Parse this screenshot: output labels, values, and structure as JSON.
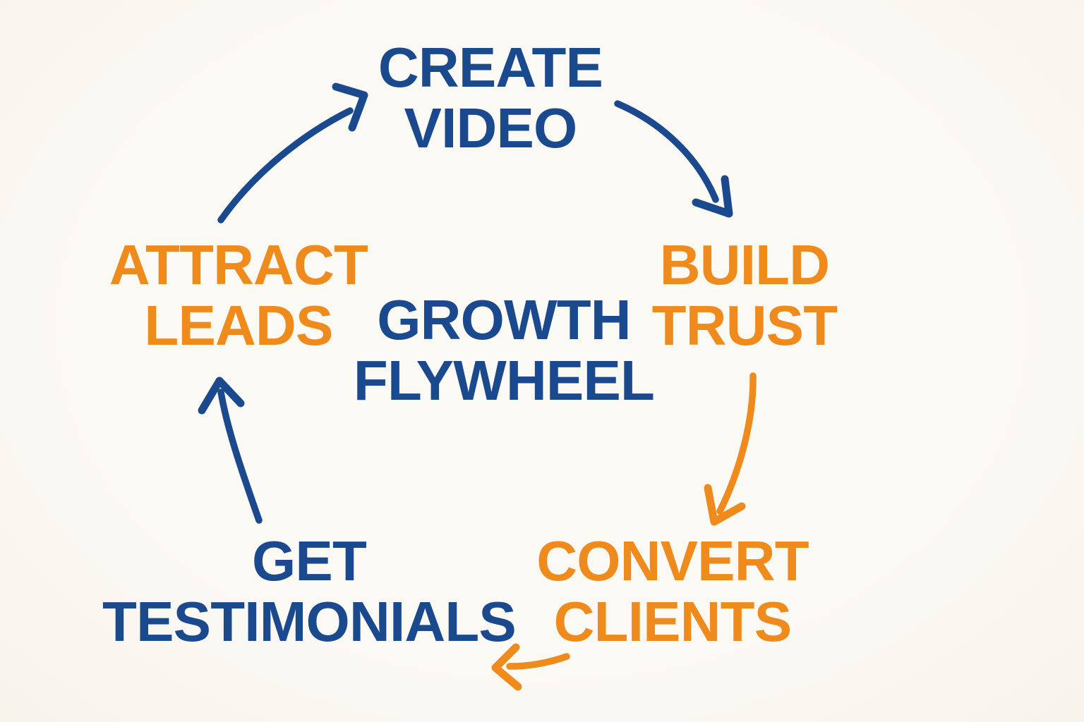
{
  "colors": {
    "blue": "#1a4a8d",
    "orange": "#ef8a1c",
    "bg": "#faf8f2"
  },
  "hub": {
    "line1": "GROWTH",
    "line2": "FLYWHEEL",
    "color": "blue"
  },
  "nodes": {
    "create_video": {
      "line1": "CREATE",
      "line2": "VIDEO",
      "color": "blue"
    },
    "build_trust": {
      "line1": "BUILD",
      "line2": "TRUST",
      "color": "orange"
    },
    "convert_clients": {
      "line1": "CONVERT",
      "line2": "CLIENTS",
      "color": "orange"
    },
    "get_testimonials": {
      "line1": "GET",
      "line2": "TESTIMONIALS",
      "color": "blue"
    },
    "attract_leads": {
      "line1": "ATTRACT",
      "line2": "LEADS",
      "color": "orange"
    }
  },
  "flow": [
    {
      "from": "create_video",
      "to": "build_trust",
      "arrow_color": "blue"
    },
    {
      "from": "build_trust",
      "to": "convert_clients",
      "arrow_color": "orange"
    },
    {
      "from": "convert_clients",
      "to": "get_testimonials",
      "arrow_color": "orange"
    },
    {
      "from": "get_testimonials",
      "to": "attract_leads",
      "arrow_color": "blue"
    },
    {
      "from": "attract_leads",
      "to": "create_video",
      "arrow_color": "blue"
    }
  ]
}
